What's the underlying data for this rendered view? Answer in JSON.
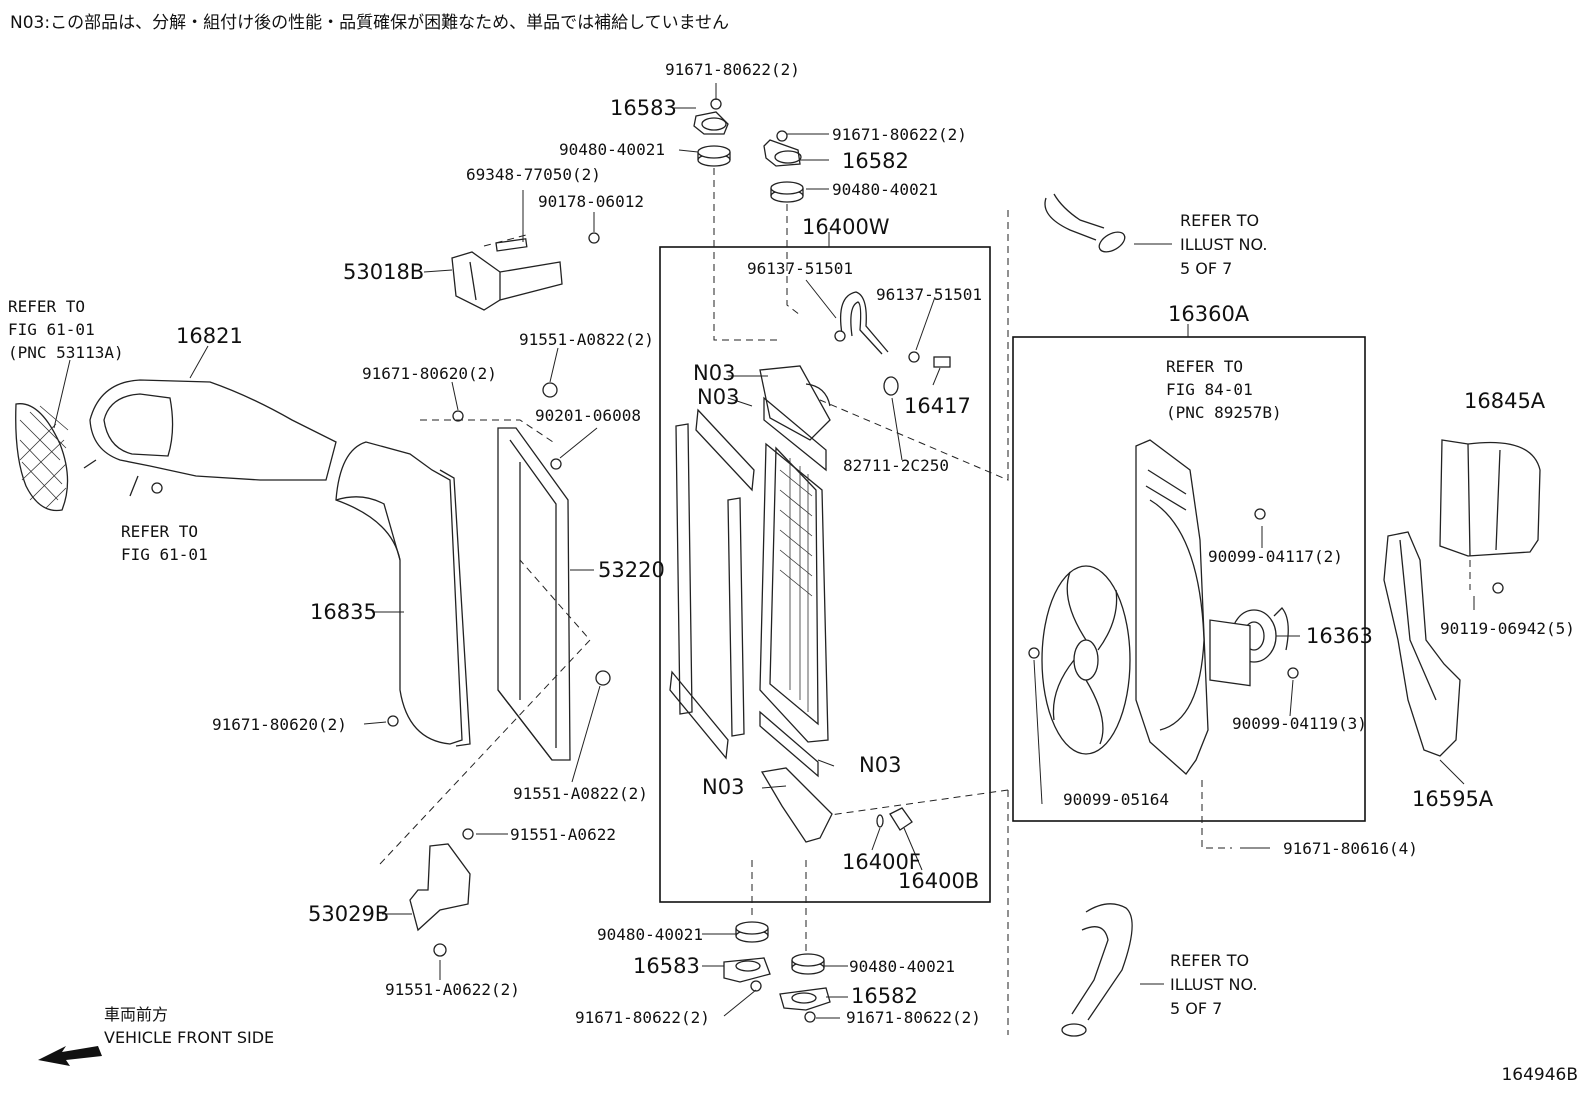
{
  "note": "N03:この部品は、分解・組付け後の性能・品質確保が困難なため、単品では補給していません",
  "figure_number": "164946B",
  "direction": {
    "jp": "車両前方",
    "en": "VEHICLE FRONT SIDE"
  },
  "labels": {
    "l_91671_80622_top": "91671-80622(2)",
    "l_16583_top": "16583",
    "l_90480_40021_tl": "90480-40021",
    "l_91671_80622_tr": "91671-80622(2)",
    "l_16582_top": "16582",
    "l_90480_40021_tr": "90480-40021",
    "l_69348": "69348-77050(2)",
    "l_90178": "90178-06012",
    "l_16400W": "16400W",
    "l_53018B": "53018B",
    "l_96137_a": "96137-51501",
    "l_96137_b": "96137-51501",
    "l_16821": "16821",
    "l_91551_A0822_a": "91551-A0822(2)",
    "l_91671_80620_a": "91671-80620(2)",
    "l_N03_a": "N03",
    "l_N03_b": "N03",
    "l_16417": "16417",
    "l_90201": "90201-06008",
    "l_82711": "82711-2C250",
    "l_16360A": "16360A",
    "l_16845A": "16845A",
    "l_53220": "53220",
    "l_90099_04117": "90099-04117(2)",
    "l_16835": "16835",
    "l_16363": "16363",
    "l_90119": "90119-06942(5)",
    "l_91671_80620_b": "91671-80620(2)",
    "l_90099_04119": "90099-04119(3)",
    "l_N03_c": "N03",
    "l_N03_d": "N03",
    "l_91551_A0822_b": "91551-A0822(2)",
    "l_90099_05164": "90099-05164",
    "l_16595A": "16595A",
    "l_91551_A0622_a": "91551-A0622",
    "l_16400F": "16400F",
    "l_16400B": "16400B",
    "l_91671_80616": "91671-80616(4)",
    "l_53029B": "53029B",
    "l_90480_40021_bl": "90480-40021",
    "l_16583_bot": "16583",
    "l_90480_40021_br": "90480-40021",
    "l_16582_bot": "16582",
    "l_91551_A0622_b": "91551-A0622(2)",
    "l_91671_80622_bl": "91671-80622(2)",
    "l_91671_80622_br": "91671-80622(2)"
  },
  "refs": {
    "r1": [
      "REFER TO",
      "FIG 61-01",
      "(PNC 53113A)"
    ],
    "r2": [
      "REFER TO",
      "FIG 61-01"
    ],
    "r3": [
      "REFER TO",
      "ILLUST NO.",
      "5 OF 7"
    ],
    "r4": [
      "REFER TO",
      "FIG 84-01",
      "(PNC 89257B)"
    ],
    "r5": [
      "REFER TO",
      "ILLUST NO.",
      "5 OF 7"
    ]
  }
}
